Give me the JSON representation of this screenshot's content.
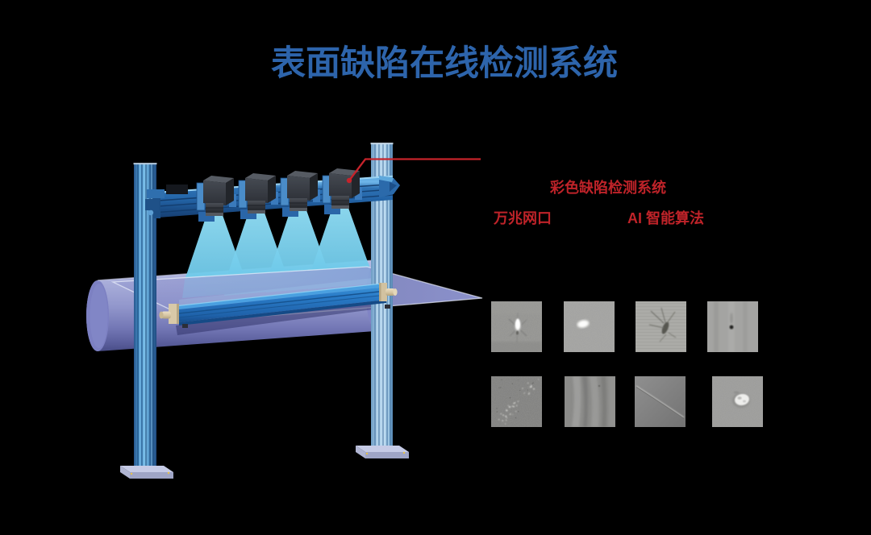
{
  "page": {
    "background_color": "#000000",
    "kind": "product-diagram-slide"
  },
  "title": {
    "text": "表面缺陷在线检测系统",
    "color": "#2d64ab"
  },
  "annotations": {
    "color": "#bf2329",
    "system_label": "彩色缺陷检测系统",
    "feature_port": "万兆网口",
    "feature_ai": "AI 智能算法",
    "leader_line_color": "#c6232b"
  },
  "diagram": {
    "description": "3D illustration of an inline surface-defect inspection gantry",
    "colors": {
      "frame_blue": "#2e72b4",
      "frame_highlight": "#7fc4ec",
      "camera_body": "#3a3e46",
      "light_cone": "#7bd0ee",
      "roller": "#9a9fd4",
      "web_sheet": "#8d92cc",
      "line_light_bar": "#2a7cc8",
      "bar_end_caps": "#d8c9a8",
      "base_plate": "#c6cbe6"
    },
    "parts": [
      {
        "name": "left-post"
      },
      {
        "name": "right-post"
      },
      {
        "name": "crossbeam"
      },
      {
        "name": "camera-1"
      },
      {
        "name": "camera-2"
      },
      {
        "name": "camera-3"
      },
      {
        "name": "camera-4"
      },
      {
        "name": "light-cone-1"
      },
      {
        "name": "light-cone-2"
      },
      {
        "name": "light-cone-3"
      },
      {
        "name": "light-cone-4"
      },
      {
        "name": "roller"
      },
      {
        "name": "web-sheet"
      },
      {
        "name": "line-light-bar"
      }
    ]
  },
  "defect_gallery": {
    "rows": 2,
    "columns": 4,
    "tiles": [
      {
        "name": "defect-sample-bright-spot"
      },
      {
        "name": "defect-sample-white-dot"
      },
      {
        "name": "defect-sample-insect"
      },
      {
        "name": "defect-sample-black-point"
      },
      {
        "name": "defect-sample-crystal-points"
      },
      {
        "name": "defect-sample-wrinkle"
      },
      {
        "name": "defect-sample-scratch"
      },
      {
        "name": "defect-sample-bubble"
      }
    ]
  }
}
